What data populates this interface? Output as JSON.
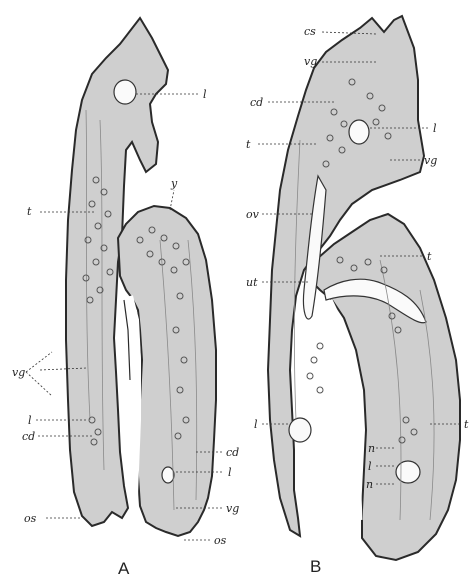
{
  "figure": {
    "panels": [
      {
        "caption": "A"
      },
      {
        "caption": "B"
      }
    ],
    "labels": {
      "A": {
        "l_top": "l",
        "y": "y",
        "t": "t",
        "vg_left": "vg",
        "l_left": "l",
        "cd_left": "cd",
        "os_left": "os",
        "cd_right": "cd",
        "l_right": "l",
        "vg_right": "vg",
        "os_right": "os"
      },
      "B": {
        "cs": "cs",
        "vg_top": "vg",
        "cd": "cd",
        "t_left": "t",
        "l_upper": "l",
        "vg_upper": "vg",
        "ov": "ov",
        "t_mid": "t",
        "ut": "ut",
        "l_lower": "l",
        "n_1": "n",
        "l_mid": "l",
        "n_2": "n",
        "t_right": "t"
      }
    }
  }
}
